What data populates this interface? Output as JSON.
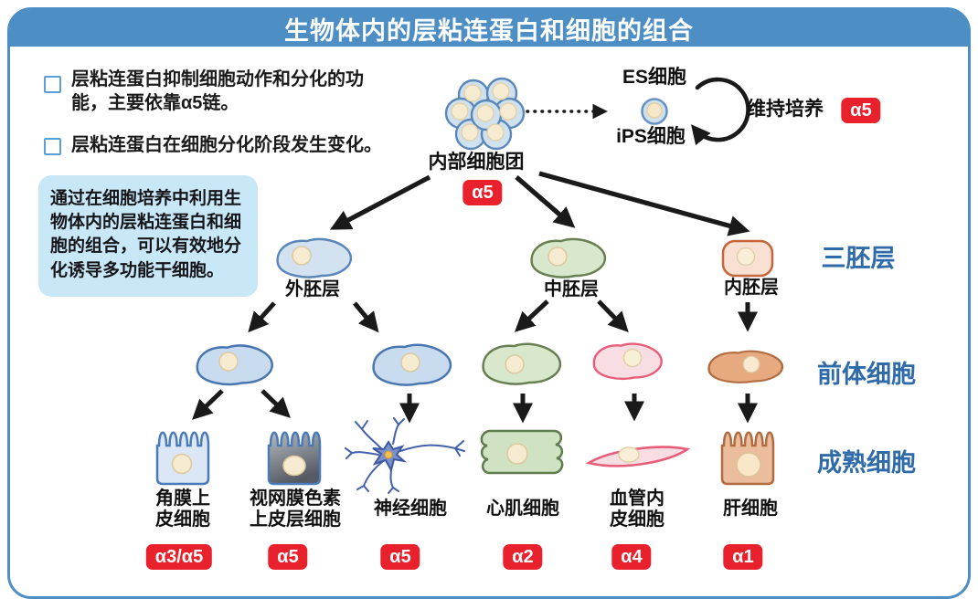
{
  "title": "生物体内的层粘连蛋白和细胞的组合",
  "bullets": [
    "层粘连蛋白抑制细胞动作和分化的功能，主要依靠α5链。",
    "层粘连蛋白在细胞分化阶段发生变化。"
  ],
  "note": "通过在细胞培养中利用生物体内的层粘连蛋白和细胞的组合，可以有效地分化诱导多功能干细胞。",
  "colors": {
    "frame_blue": "#4d8ec5",
    "badge_red": "#e8212d",
    "stage_label_blue": "#2e6ba8",
    "note_bg": "#c9e8f7"
  },
  "top_section": {
    "inner_cell_mass": {
      "label": "内部细胞团",
      "badge": "α5"
    },
    "es_cell_label": "ES细胞",
    "ips_cell_label": "iPS细胞",
    "loop_label": "维持培养",
    "loop_badge": "α5"
  },
  "stages": [
    {
      "label": "三胚层"
    },
    {
      "label": "前体细胞"
    },
    {
      "label": "成熟细胞"
    }
  ],
  "germ_layers": [
    {
      "label": "外胚层"
    },
    {
      "label": "中胚层"
    },
    {
      "label": "内胚层"
    }
  ],
  "mature_cells": [
    {
      "label": "角膜上\n皮细胞",
      "badge": "α3/α5"
    },
    {
      "label": "视网膜色素\n上皮层细胞",
      "badge": "α5"
    },
    {
      "label": "神经细胞",
      "badge": "α5"
    },
    {
      "label": "心肌细胞",
      "badge": "α2"
    },
    {
      "label": "血管内\n皮细胞",
      "badge": "α4"
    },
    {
      "label": "肝细胞",
      "badge": "α1"
    }
  ]
}
